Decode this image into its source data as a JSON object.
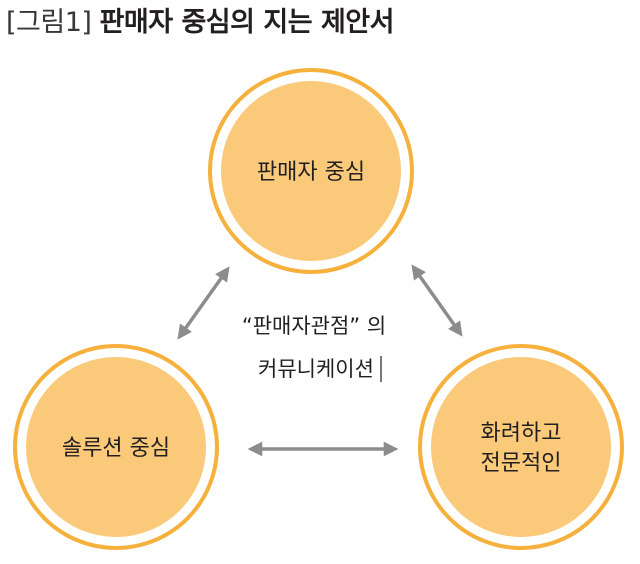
{
  "title": {
    "tag": "[그림1]",
    "text": "판매자 중심의 지는 제안서"
  },
  "nodes": {
    "top": "판매자 중심",
    "left": "솔루션 중심",
    "right": {
      "line1": "화려하고",
      "line2": "전문적인"
    }
  },
  "center": {
    "line1": "“판매자관점” 의",
    "line2": "커뮤니케이션"
  },
  "colors": {
    "circle_fill": "#fbc97a",
    "circle_ring": "#f6b13d",
    "arrow": "#8c8c8c",
    "text": "#231f20"
  }
}
